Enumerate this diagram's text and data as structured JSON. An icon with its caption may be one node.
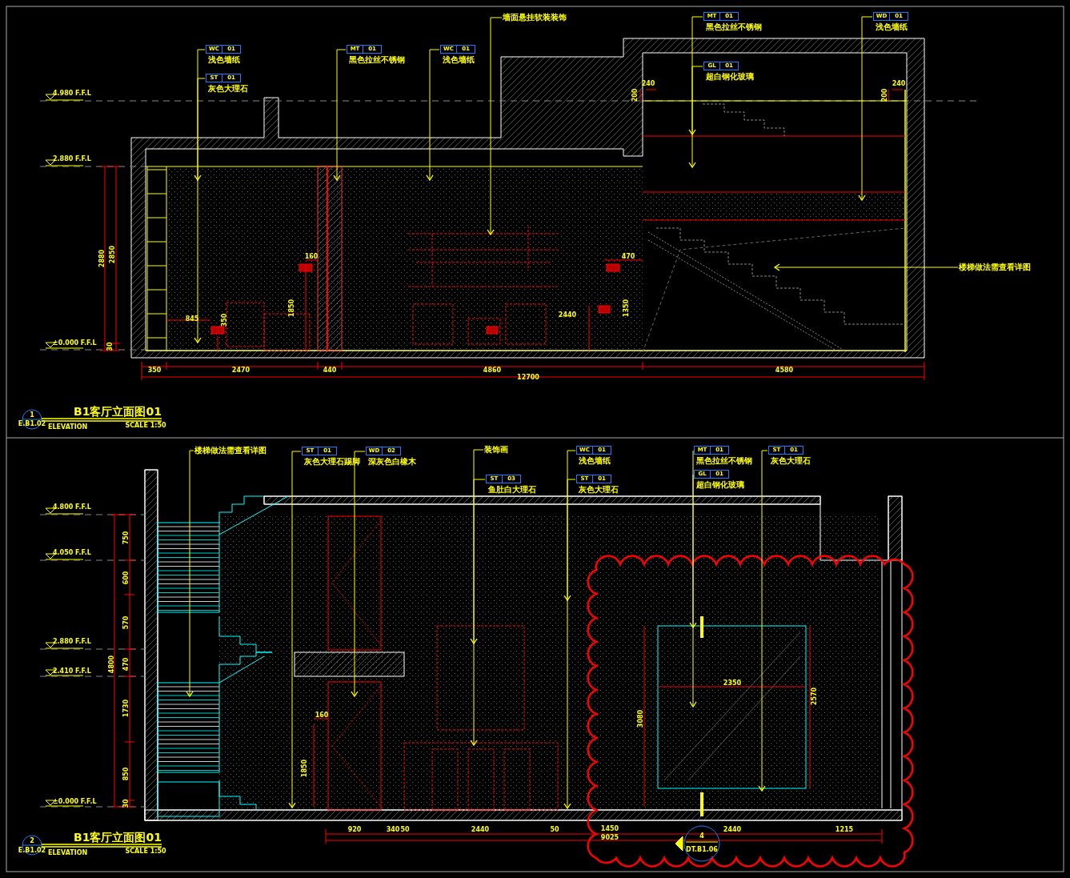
{
  "diagram": {
    "nodes": [
      {
        "text": [
          "WC",
          "01",
          "浅色墙纸"
        ]
      },
      {
        "text": [
          "ST",
          "01",
          "灰色大理石"
        ]
      },
      {
        "text": [
          "MT",
          "01",
          "黑色拉丝不锈钢"
        ]
      },
      {
        "text": [
          "WC",
          "01",
          "浅色墙纸"
        ]
      },
      {
        "text": [
          "墙面悬挂软装装饰"
        ]
      },
      {
        "text": [
          "MT",
          "01",
          "黑色拉丝不锈钢"
        ]
      },
      {
        "text": [
          "GL",
          "01",
          "超白钢化玻璃"
        ]
      },
      {
        "text": [
          "WD",
          "01",
          "浅色墙纸"
        ]
      },
      {
        "text": [
          "楼梯做法需查看详图"
        ]
      },
      {
        "text": [
          "楼梯做法需查看详图"
        ]
      },
      {
        "text": [
          "ST",
          "01",
          "灰色大理石踢脚"
        ]
      },
      {
        "text": [
          "WD",
          "02",
          "深灰色白橡木"
        ]
      },
      {
        "text": [
          "装饰画"
        ]
      },
      {
        "text": [
          "ST",
          "03",
          "鱼肚白大理石"
        ]
      },
      {
        "text": [
          "WC",
          "01",
          "浅色墙纸"
        ]
      },
      {
        "text": [
          "ST",
          "01",
          "灰色大理石"
        ]
      },
      {
        "text": [
          "MT",
          "01",
          "黑色拉丝不锈钢"
        ]
      },
      {
        "text": [
          "GL",
          "01",
          "超白钢化玻璃"
        ]
      },
      {
        "text": [
          "ST",
          "01",
          "灰色大理石"
        ]
      }
    ],
    "edges": [
      {
        "from": 0,
        "to": null,
        "arrow": "to"
      },
      {
        "from": 1,
        "to": null,
        "arrow": "to"
      },
      {
        "from": 2,
        "to": null,
        "arrow": "to"
      },
      {
        "from": 3,
        "to": null,
        "arrow": "to"
      },
      {
        "from": 4,
        "to": null,
        "arrow": "to"
      },
      {
        "from": 5,
        "to": null,
        "arrow": "to"
      },
      {
        "from": 6,
        "to": null,
        "arrow": "to"
      },
      {
        "from": 7,
        "to": null,
        "arrow": "to"
      },
      {
        "from": 8,
        "to": null,
        "arrow": "to"
      },
      {
        "from": 9,
        "to": null,
        "arrow": "to"
      },
      {
        "from": 10,
        "to": null,
        "arrow": "to"
      },
      {
        "from": 11,
        "to": null,
        "arrow": "to"
      },
      {
        "from": 12,
        "to": null,
        "arrow": "to"
      },
      {
        "from": 13,
        "to": null,
        "arrow": "to"
      },
      {
        "from": 14,
        "to": null,
        "arrow": "to"
      },
      {
        "from": 15,
        "to": null,
        "arrow": "to"
      },
      {
        "from": 16,
        "to": null,
        "arrow": "to"
      },
      {
        "from": 17,
        "to": null,
        "arrow": "to"
      },
      {
        "from": 18,
        "to": null,
        "arrow": "to"
      }
    ],
    "labels": [
      "4.980 F.F.L",
      "240",
      "240",
      "200",
      "200",
      "2.880 F.F.L",
      "2880",
      "2850",
      "160",
      "470",
      "1850",
      "845",
      "2440",
      "1350",
      "350",
      "30",
      "±0.000 F.F.L",
      "350",
      "2470",
      "440",
      "4860",
      "4580",
      "12700",
      "B1客厅立面图01",
      "1",
      "E.B1.02",
      "ELEVATION",
      "SCALE 1:50",
      "4.800 F.F.L",
      "750",
      "4.050 F.F.L",
      "600",
      "570",
      "2.880 F.F.L",
      "4800",
      "470",
      "2.410 F.F.L",
      "1730",
      "160",
      "2350",
      "2570",
      "3080",
      "850",
      "1850",
      "30",
      "±0.000 F.F.L",
      "920",
      "340",
      "50",
      "2440",
      "50",
      "1450",
      "2440",
      "1215",
      "9025",
      "4",
      "DT.B1.06",
      "B1客厅立面图01",
      "2",
      "E.B1.02",
      "ELEVATION",
      "SCALE 1:50"
    ]
  }
}
